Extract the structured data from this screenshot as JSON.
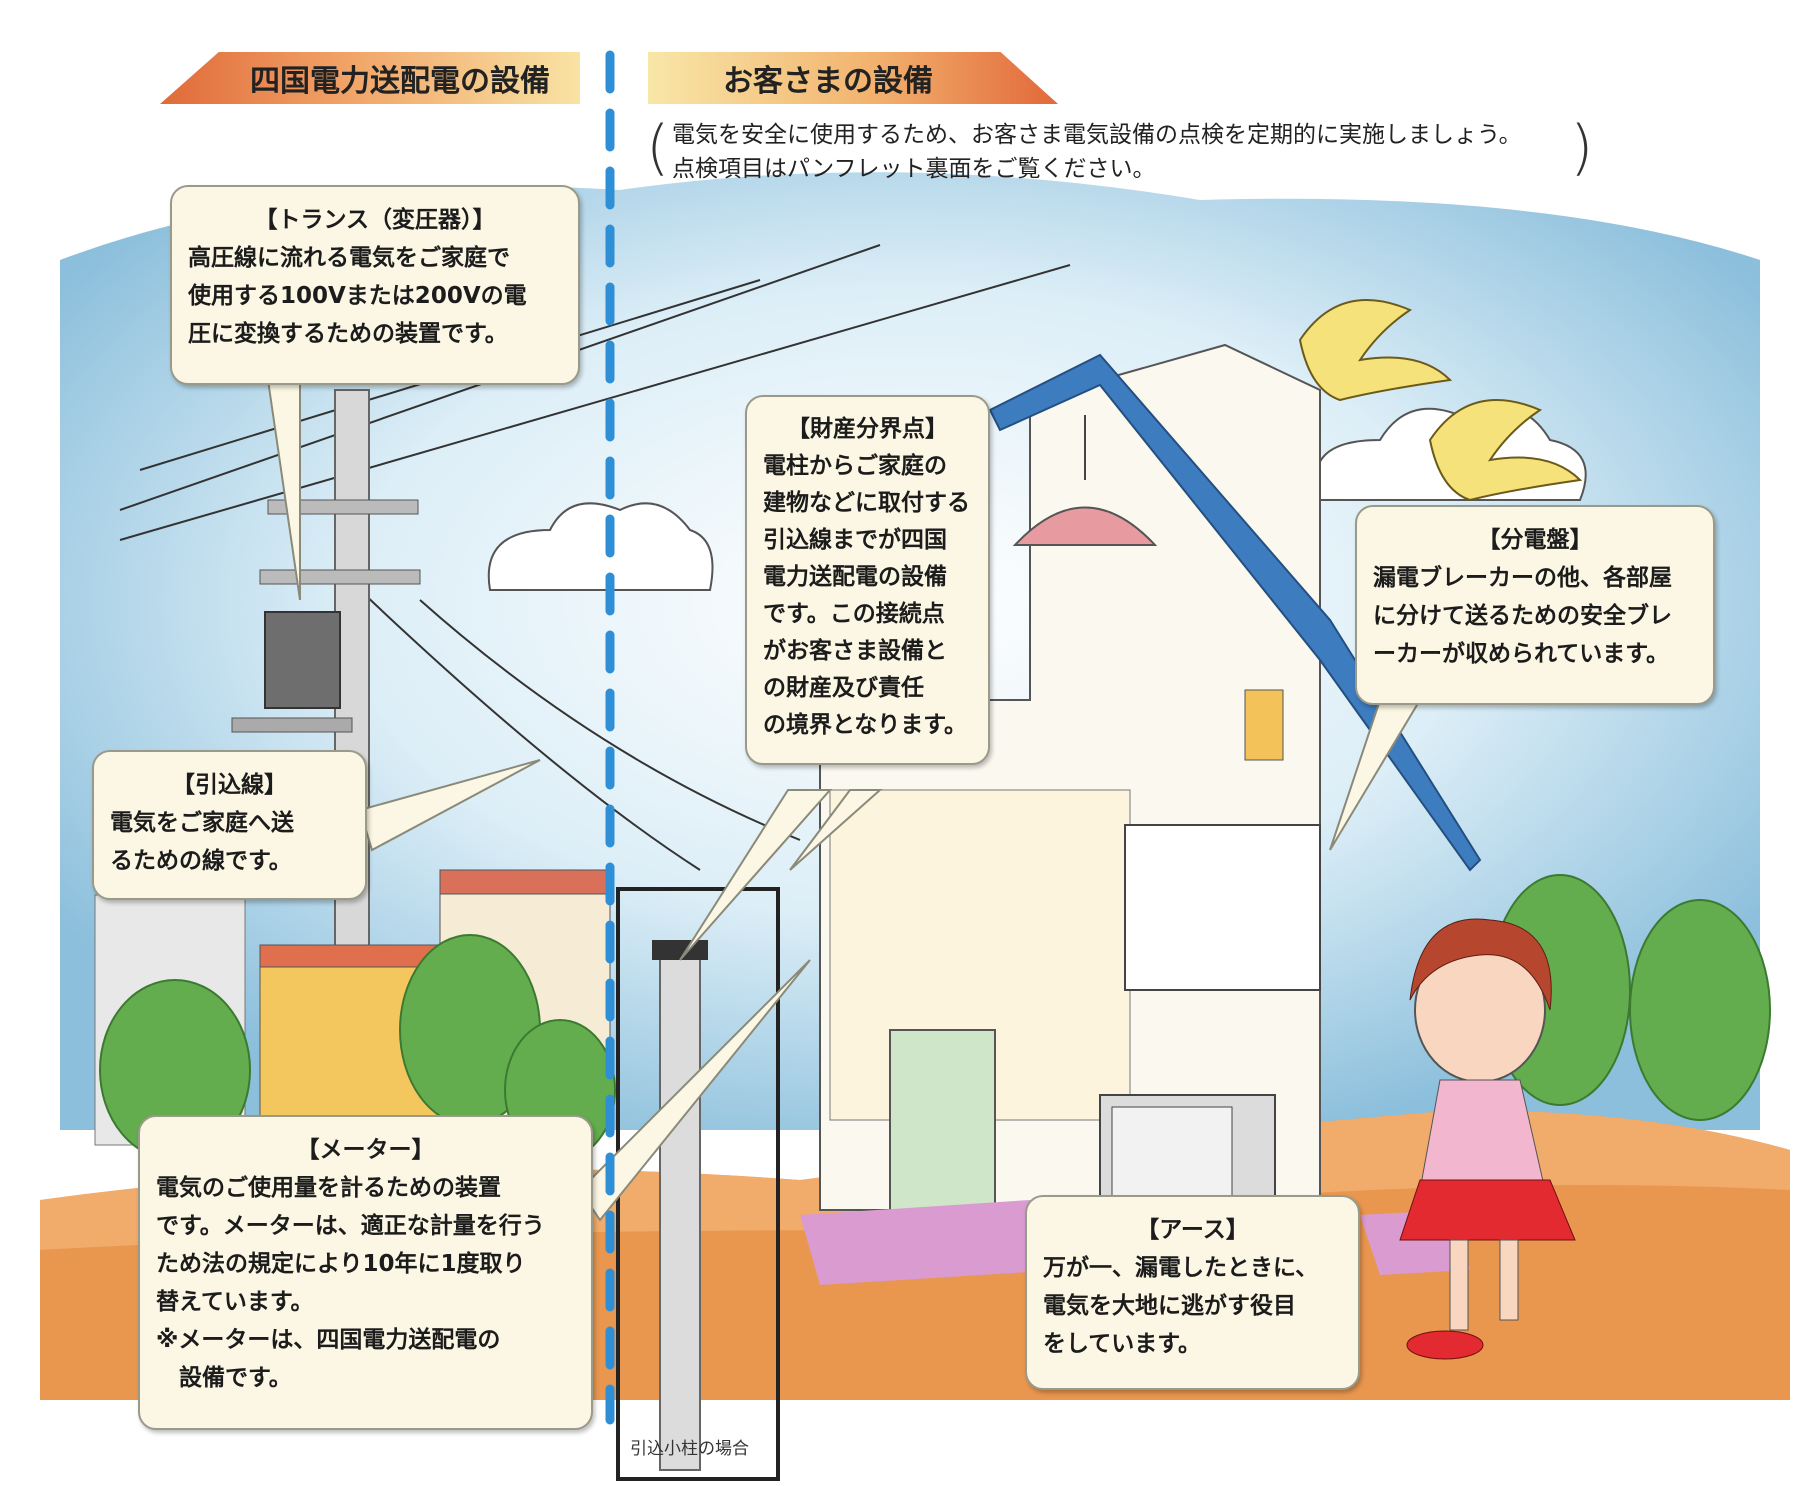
{
  "banners": {
    "left": "四国電力送配電の設備",
    "right": "お客さまの設備"
  },
  "notice": {
    "line1": "電気を安全に使用するため、お客さま電気設備の点検を定期的に実施しましょう。",
    "line2": "点検項目はパンフレット裏面をご覧ください。"
  },
  "callouts": {
    "transformer": {
      "title": "【トランス（変圧器）】",
      "lines": [
        "高圧線に流れる電気をご家庭で",
        "使用する100Vまたは200Vの電",
        "圧に変換するための装置です。"
      ]
    },
    "property_point": {
      "title": "【財産分界点】",
      "lines": [
        "電柱からご家庭の",
        "建物などに取付する",
        "引込線までが四国",
        "電力送配電の設備",
        "です。この接続点",
        "がお客さま設備と",
        "の財産及び責任",
        "の境界となります。"
      ]
    },
    "distribution_board": {
      "title": "【分電盤】",
      "lines": [
        "漏電ブレーカーの他、各部屋",
        "に分けて送るための安全ブレ",
        "ーカーが収められています。"
      ]
    },
    "service_line": {
      "title": "【引込線】",
      "lines": [
        "電気をご家庭へ送",
        "るための線です。"
      ]
    },
    "meter": {
      "title": "【メーター】",
      "lines": [
        "電気のご使用量を計るための装置",
        "です。メーターは、適正な計量を行う",
        "ため法の規定により10年に1度取り",
        "替えています。",
        "※メーターは、四国電力送配電の",
        "　設備です。"
      ]
    },
    "earth": {
      "title": "【アース】",
      "lines": [
        "万が一、漏電したときに、",
        "電気を大地に逃がす役目",
        "をしています。"
      ]
    }
  },
  "pole_caption": "引込小柱の場合",
  "colors": {
    "sky": "#7fb8d8",
    "roof": "#3e7cc0",
    "ground": "#e58a4a",
    "tree": "#5fa84a",
    "callout_bg": "#fbf7e4",
    "divider": "#2f8fd6"
  }
}
